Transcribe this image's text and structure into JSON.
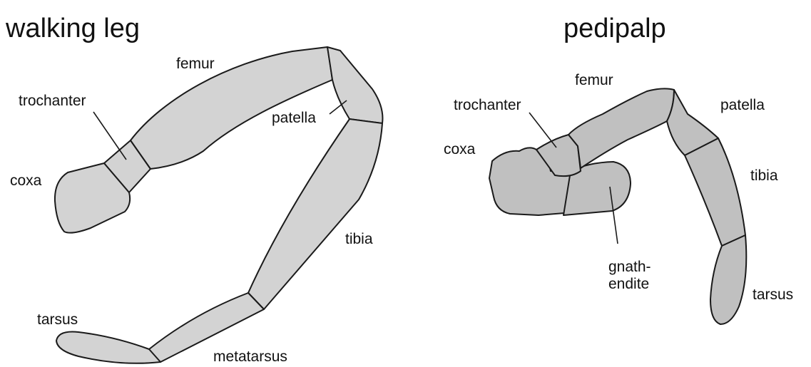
{
  "walking_leg": {
    "title": "walking leg",
    "labels": {
      "femur": "femur",
      "trochanter": "trochanter",
      "patella": "patella",
      "coxa": "coxa",
      "tibia": "tibia",
      "tarsus": "tarsus",
      "metatarsus": "metatarsus"
    }
  },
  "pedipalp": {
    "title": "pedipalp",
    "labels": {
      "femur": "femur",
      "trochanter": "trochanter",
      "patella": "patella",
      "coxa": "coxa",
      "tibia": "tibia",
      "gnathendite_line1": "gnath-",
      "gnathendite_line2": "endite",
      "tarsus": "tarsus"
    }
  },
  "colors": {
    "walking_leg_fill": "#d3d3d3",
    "pedipalp_fill": "#c0c0c0",
    "outline": "#1a1a1a"
  }
}
